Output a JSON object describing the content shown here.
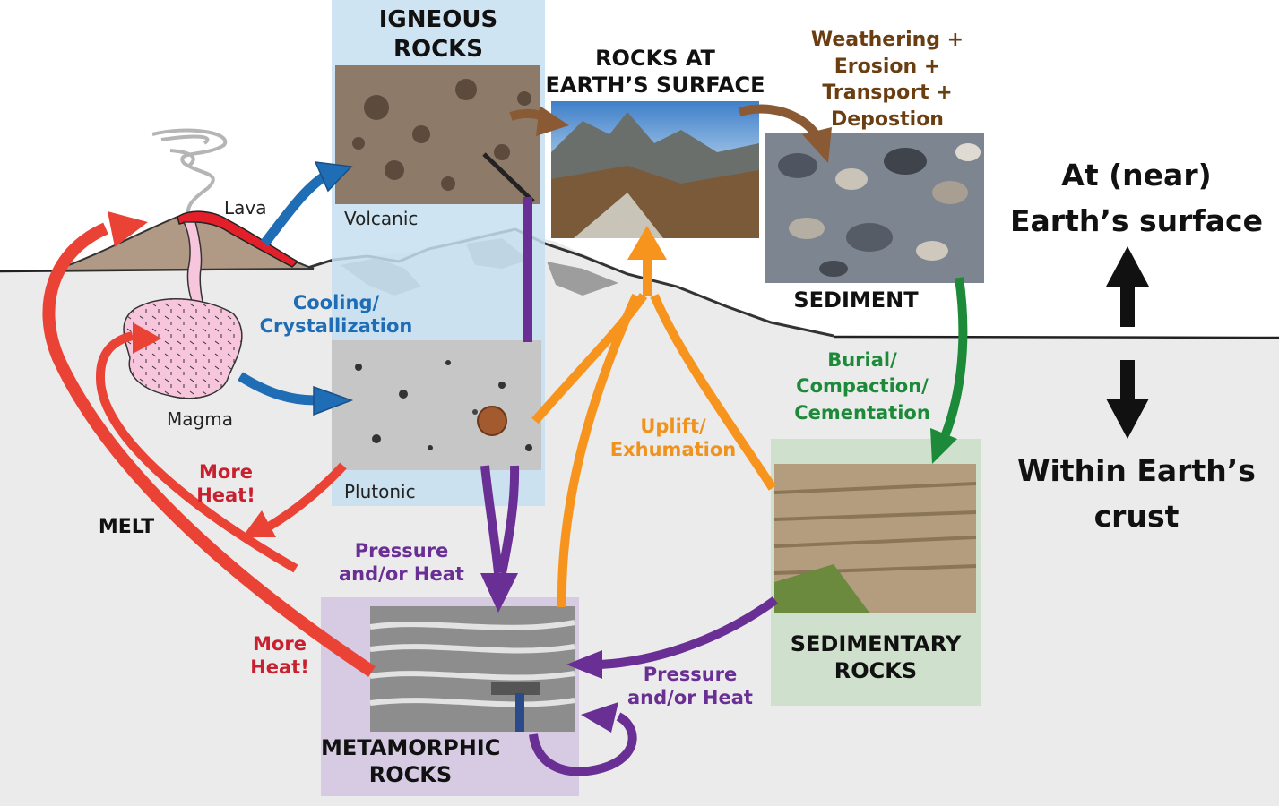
{
  "labels": {
    "igneous": [
      "IGNEOUS",
      "ROCKS"
    ],
    "surface": [
      "ROCKS AT",
      "EARTH’S SURFACE"
    ],
    "weathering": [
      "Weathering +",
      "Erosion +",
      "Transport +",
      "Depostion"
    ],
    "sediment": "SEDIMENT",
    "near_surface": [
      "At (near)",
      "Earth’s surface"
    ],
    "within_crust": [
      "Within Earth’s",
      "crust"
    ],
    "lava": "Lava",
    "volcanic": "Volcanic",
    "cooling": [
      "Cooling/",
      "Crystallization"
    ],
    "magma": "Magma",
    "plutonic": "Plutonic",
    "more_heat_1": [
      "More",
      "Heat!"
    ],
    "melt": "MELT",
    "pressure_1": [
      "Pressure",
      "and/or Heat"
    ],
    "uplift": [
      "Uplift/",
      "Exhumation"
    ],
    "burial": [
      "Burial/",
      "Compaction/",
      "Cementation"
    ],
    "more_heat_2": [
      "More",
      "Heat!"
    ],
    "metamorphic": [
      "METAMORPHIC",
      "ROCKS"
    ],
    "pressure_2": [
      "Pressure",
      "and/or Heat"
    ],
    "sedimentary": [
      "SEDIMENTARY",
      "ROCKS"
    ]
  },
  "colors": {
    "igneous_panel": "#c7dff0",
    "sedimentary_panel": "#cfe0cc",
    "metamorphic_panel": "#d6cbe3",
    "crust": "#ebebeb",
    "volcano": "#b09a86",
    "lava": "#e3202a",
    "magma": "#f7c6dc",
    "arrow_blue": "#1f6db5",
    "arrow_brown": "#8a5a34",
    "arrow_green": "#1d8a3a",
    "arrow_orange": "#f7941d",
    "arrow_purple": "#6a2f94",
    "arrow_red": "#ea4335"
  },
  "icons": [
    "up-arrow-icon",
    "down-arrow-icon"
  ]
}
